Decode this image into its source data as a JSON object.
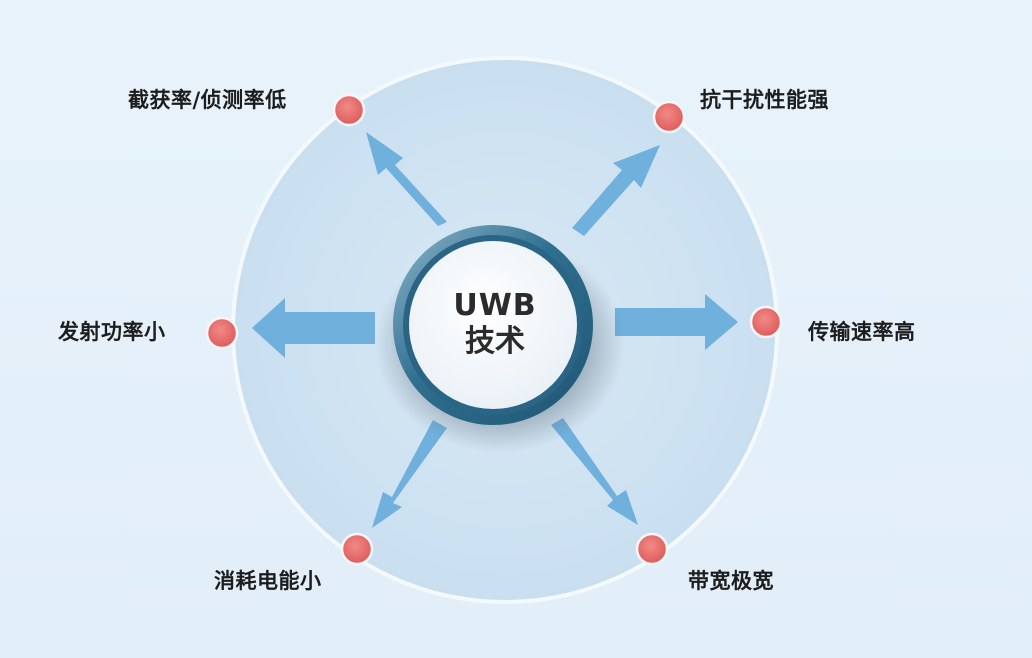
{
  "center": {
    "line1": "UWB",
    "line2": "技术"
  },
  "features": [
    {
      "id": "nw",
      "label": "截获率/侦测率低"
    },
    {
      "id": "ne",
      "label": "抗干扰性能强"
    },
    {
      "id": "w",
      "label": "发射功率小"
    },
    {
      "id": "e",
      "label": "传输速率高"
    },
    {
      "id": "sw",
      "label": "消耗电能小"
    },
    {
      "id": "se",
      "label": "带宽极宽"
    }
  ],
  "colors": {
    "background": "#e4eff9",
    "outer_circle": "#cfe3f1",
    "arrow": "#6fb0dc",
    "node": "#e56a6a",
    "ring": "#2c6b8c"
  },
  "icons": {
    "node": "red-dot-icon",
    "arrow": "arrow-icon"
  }
}
